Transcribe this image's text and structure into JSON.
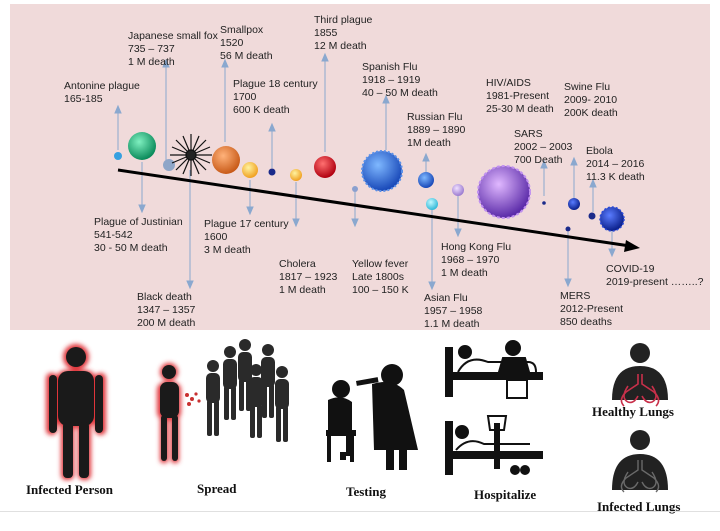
{
  "events_above": [
    {
      "key": "antonine",
      "name": "Antonine plague",
      "years": "165-185",
      "deaths": ""
    },
    {
      "key": "japanese",
      "name": "Japanese small fox",
      "years": "735 – 737",
      "deaths": "1 M death"
    },
    {
      "key": "smallpox",
      "name": "Smallpox",
      "years": "1520",
      "deaths": "56 M death"
    },
    {
      "key": "plague18",
      "name": "Plague  18 century",
      "years": "1700",
      "deaths": "600 K death"
    },
    {
      "key": "third",
      "name": "Third plague",
      "years": "1855",
      "deaths": "12 M death"
    },
    {
      "key": "spanish",
      "name": "Spanish Flu",
      "years": "1918 – 1919",
      "deaths": "40 – 50 M death"
    },
    {
      "key": "russian",
      "name": "Russian  Flu",
      "years": "1889 – 1890",
      "deaths": "1M death"
    },
    {
      "key": "hiv",
      "name": "HIV/AIDS",
      "years": "1981-Present",
      "deaths": "25-30 M death"
    },
    {
      "key": "sars",
      "name": "SARS",
      "years": "2002 – 2003",
      "deaths": "700 Death"
    },
    {
      "key": "swine",
      "name": "Swine Flu",
      "years": "2009- 2010",
      "deaths": "200K death"
    },
    {
      "key": "ebola",
      "name": "Ebola",
      "years": "2014 – 2016",
      "deaths": "11.3 K death"
    }
  ],
  "events_below": [
    {
      "key": "justinian",
      "name": "Plague of Justinian",
      "years": "541-542",
      "deaths": "30  - 50 M death"
    },
    {
      "key": "black",
      "name": "Black death",
      "years": "1347 – 1357",
      "deaths": "200 M death"
    },
    {
      "key": "plague17",
      "name": "Plague 17 century",
      "years": "1600",
      "deaths": "3 M death"
    },
    {
      "key": "cholera",
      "name": "Cholera",
      "years": "1817 – 1923",
      "deaths": "1 M death"
    },
    {
      "key": "yellow",
      "name": "Yellow fever",
      "years": "Late 1800s",
      "deaths": "100 – 150 K"
    },
    {
      "key": "asian",
      "name": "Asian Flu",
      "years": "1957 – 1958",
      "deaths": "1.1 M death"
    },
    {
      "key": "hongkong",
      "name": "Hong Kong Flu",
      "years": "1968 – 1970",
      "deaths": "1 M death"
    },
    {
      "key": "mers",
      "name": "MERS",
      "years": "2012-Present",
      "deaths": "850 deaths"
    },
    {
      "key": "covid",
      "name": "COVID-19",
      "years": "2019-present   ……..?",
      "deaths": ""
    }
  ],
  "steps": [
    {
      "key": "infected",
      "label": "Infected Person"
    },
    {
      "key": "spread",
      "label": "Spread"
    },
    {
      "key": "testing",
      "label": "Testing"
    },
    {
      "key": "hospitalize",
      "label": "Hospitalize"
    },
    {
      "key": "healthy",
      "label": "Healthy Lungs"
    },
    {
      "key": "infected_lungs",
      "label": "Infected Lungs"
    }
  ],
  "colors": {
    "timeline_bg": "#f0dada",
    "connector": "#8aa8cf",
    "axis": "#000000",
    "glow": "#e0353a",
    "lungs_red": "#c8304a"
  }
}
